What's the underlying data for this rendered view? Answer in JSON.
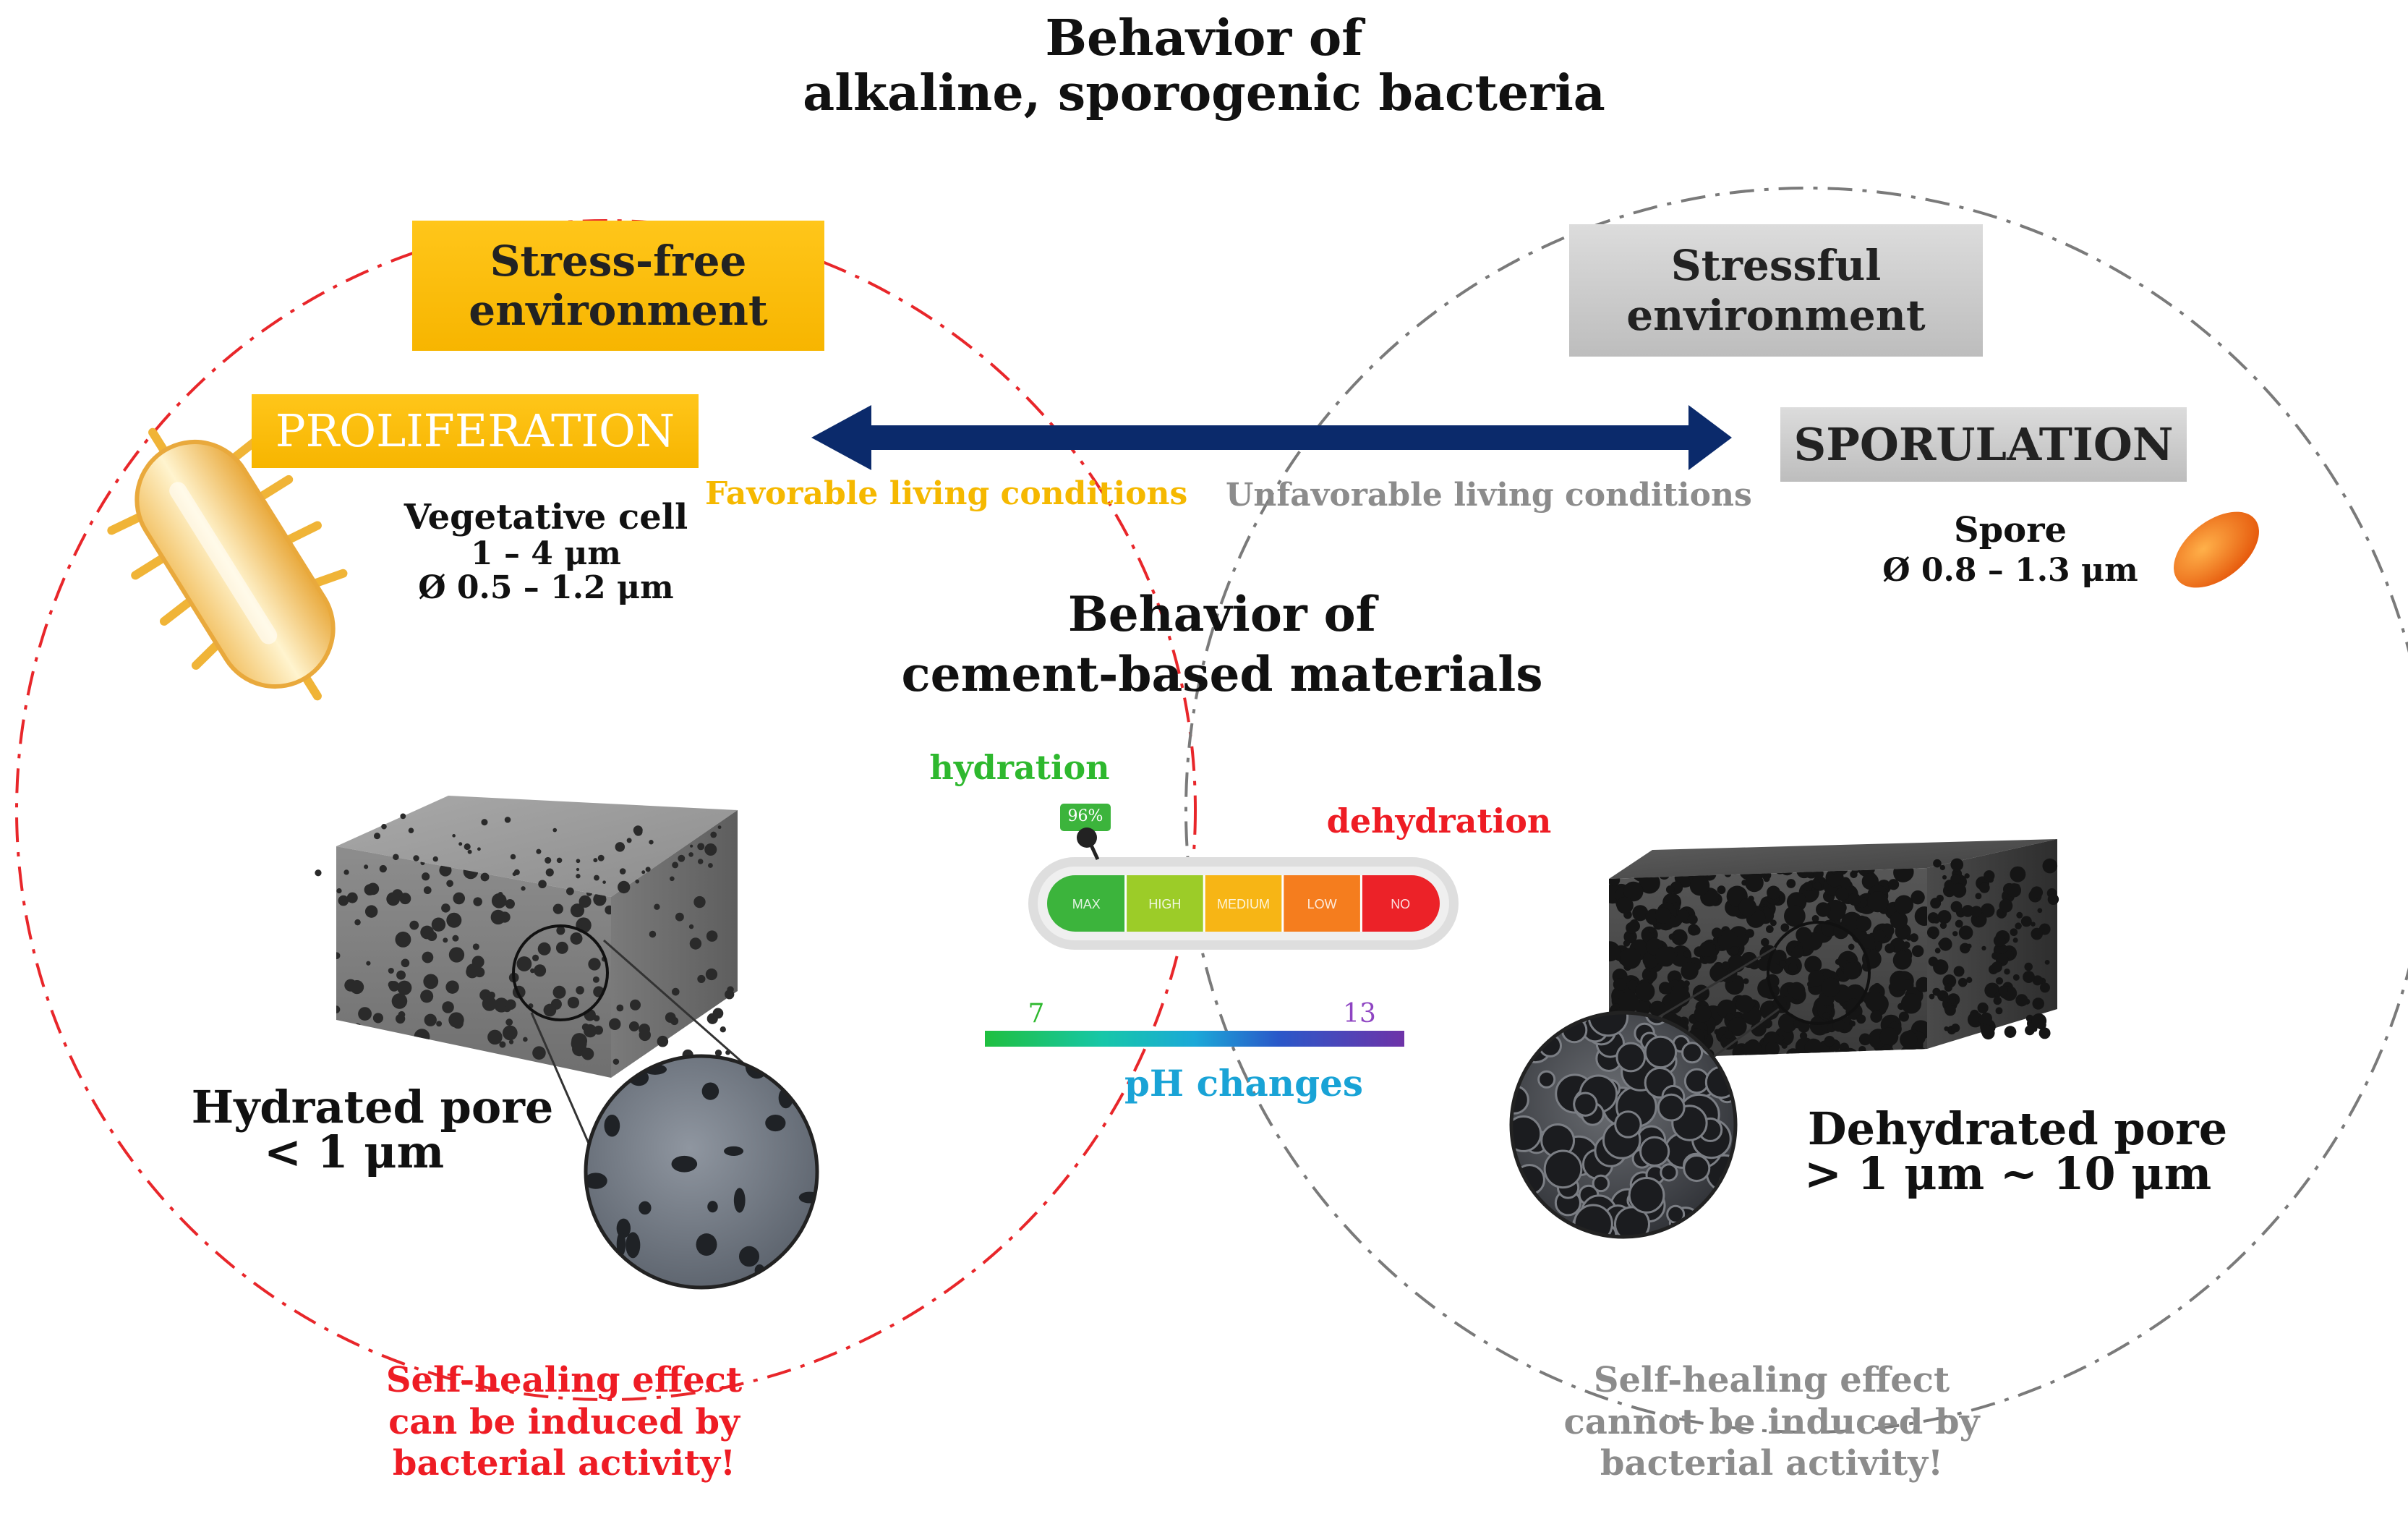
{
  "title": {
    "line1": "Behavior of",
    "line2": "alkaline, sporogenic bacteria"
  },
  "left": {
    "env_line1": "Stress-free",
    "env_line2": "environment",
    "state": "PROLIFERATION",
    "cell_name": "Vegetative cell",
    "cell_length": "1 – 4 μm",
    "cell_diameter": "Ø 0.5 – 1.2 μm",
    "pore_line1": "Hydrated pore",
    "pore_line2": "< 1 μm",
    "effect_line1": "Self-healing effect",
    "effect_line2": "can be induced by",
    "effect_line3": "bacterial activity!"
  },
  "right": {
    "env_line1": "Stressful",
    "env_line2": "environment",
    "state": "SPORULATION",
    "cell_name": "Spore",
    "cell_diameter": "Ø 0.8 – 1.3 μm",
    "pore_line1": "Dehydrated pore",
    "pore_line2": "> 1 μm ~ 10 μm",
    "effect_line1": "Self-healing effect",
    "effect_line2": "cannot be induced by",
    "effect_line3": "bacterial activity!"
  },
  "arrow": {
    "left_label": "Favorable living conditions",
    "right_label": "Unfavorable living conditions",
    "color": "#0b2a6b"
  },
  "center": {
    "title_line1": "Behavior of",
    "title_line2": "cement-based materials",
    "hydration_label": "hydration",
    "dehydration_label": "dehydration",
    "gauge_pointer": "96%",
    "gauge_segments": [
      {
        "label": "MAX",
        "color": "#3cb43c"
      },
      {
        "label": "HIGH",
        "color": "#9ccc28"
      },
      {
        "label": "MEDIUM",
        "color": "#f7b515"
      },
      {
        "label": "LOW",
        "color": "#f57d1e"
      },
      {
        "label": "NO",
        "color": "#ec2228"
      }
    ],
    "ph_low": "7",
    "ph_high": "13",
    "ph_label": "pH changes"
  },
  "colors": {
    "stress_free": "#f7b500",
    "stressful": "#c8c8c8",
    "left_circle": "#e8262a",
    "right_circle": "#7a7a7a"
  }
}
